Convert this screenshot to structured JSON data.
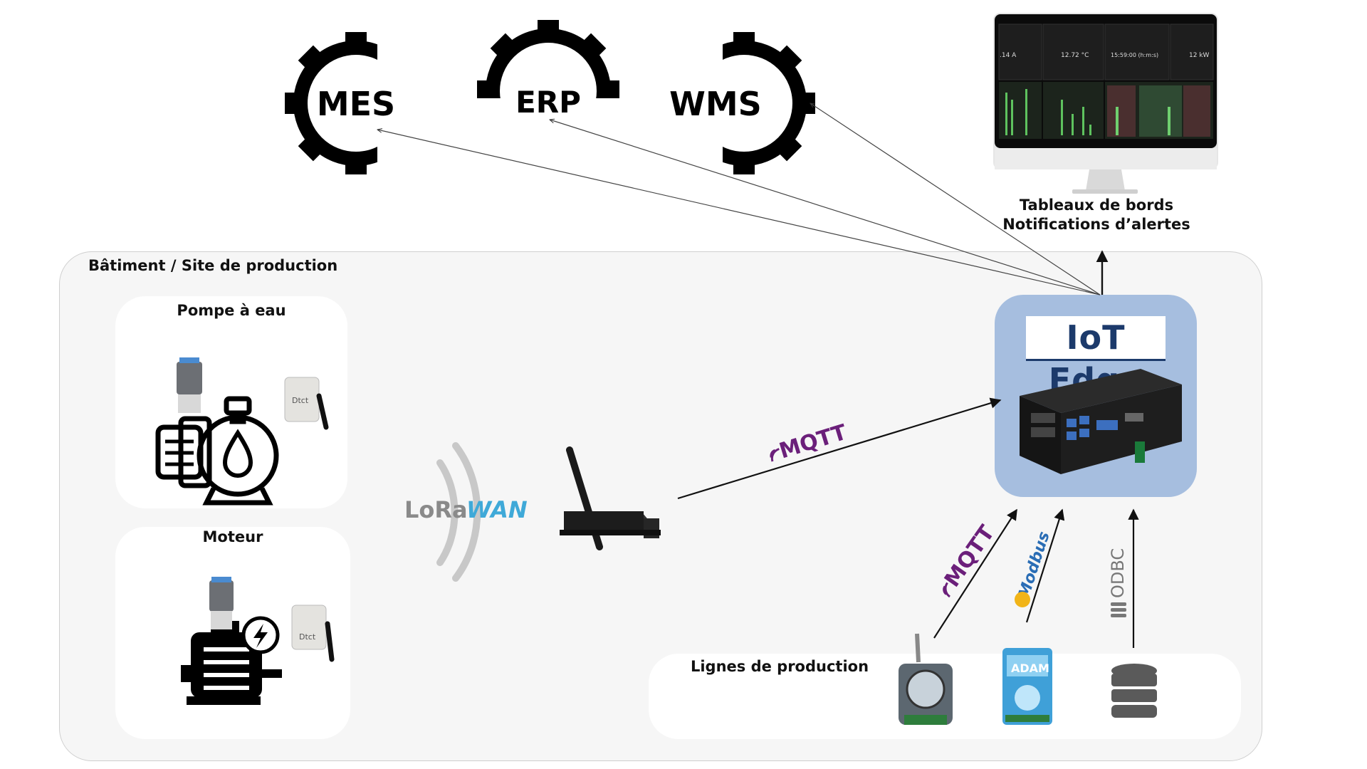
{
  "systems": {
    "mes": "MES",
    "erp": "ERP",
    "wms": "WMS"
  },
  "dashboard": {
    "caption_line1": "Tableaux de bords",
    "caption_line2": "Notifications d’alertes",
    "tiles": [
      ".14 A",
      "12.72 °C",
      "15:59:00 (h:m:s)",
      "12 kW"
    ]
  },
  "building": {
    "label": "Bâtiment / Site de production"
  },
  "pump": {
    "title": "Pompe à eau",
    "sensor_brand": "Dtct"
  },
  "motor": {
    "title": "Moteur",
    "sensor_brand": "Dtct"
  },
  "lorawan": {
    "label_part1": "LoRa",
    "label_part2": "WAN"
  },
  "iot_edge": {
    "title": "IoT Edge"
  },
  "protocols": {
    "mqtt_gateway": "MQTT",
    "mqtt_line": "MQTT",
    "modbus": "Modbus",
    "odbc": "ODBC"
  },
  "production": {
    "title": "Lignes de production",
    "adam_label": "ADAM"
  },
  "colors": {
    "iot_box": "#a6bedf",
    "iot_title": "#1c3a6b",
    "mqtt": "#6b1f7a",
    "lorawan_blue": "#3fa9d8",
    "building_bg": "#f6f6f6"
  }
}
